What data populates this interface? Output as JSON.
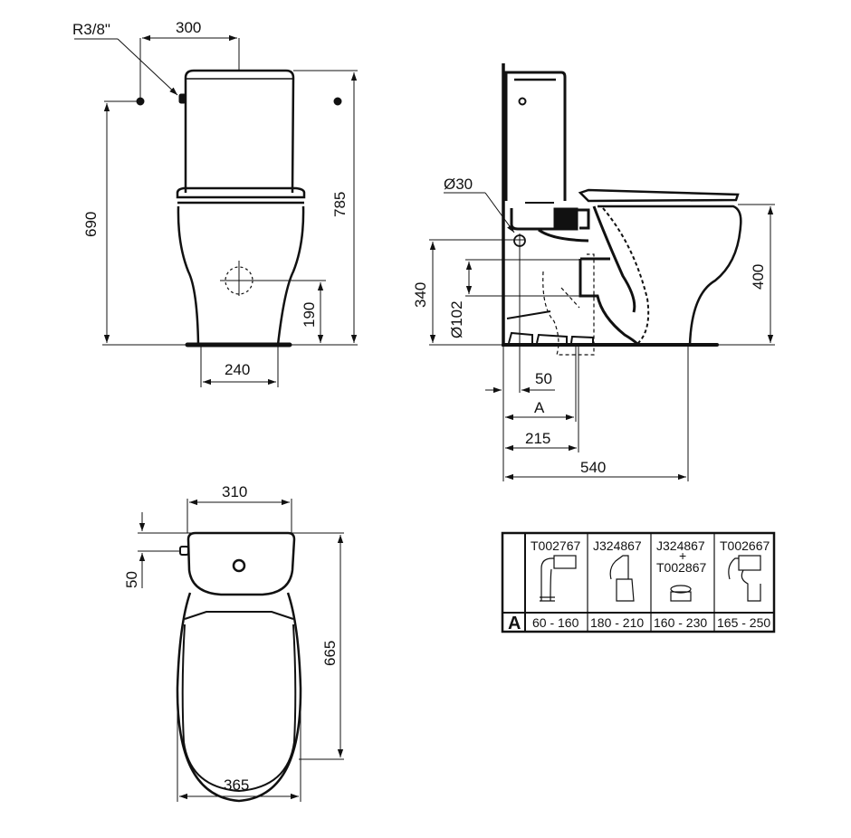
{
  "front_view": {
    "connection_label": "R3/8\"",
    "dim_width_top": "300",
    "dim_height_left": "690",
    "dim_height_right": "785",
    "dim_outlet_height": "190",
    "dim_base_width": "240"
  },
  "side_view": {
    "dim_inlet_diameter": "Ø30",
    "dim_inlet_height": "340",
    "dim_outlet_diameter": "Ø102",
    "dim_seat_height": "400",
    "dim_inlet_offset": "50",
    "dim_variable": "A",
    "dim_outlet_offset": "215",
    "dim_depth": "540"
  },
  "top_view": {
    "dim_tank_width": "310",
    "dim_inlet_offset": "50",
    "dim_length": "665",
    "dim_bowl_width": "365"
  },
  "fittings_table": {
    "row_label": "A",
    "columns": [
      {
        "code": "T002767",
        "code2": "",
        "plus": "",
        "range": "60 - 160"
      },
      {
        "code": "J324867",
        "code2": "",
        "plus": "",
        "range": "180 - 210"
      },
      {
        "code": "J324867",
        "code2": "T002867",
        "plus": "+",
        "range": "160 - 230"
      },
      {
        "code": "T002667",
        "code2": "",
        "plus": "",
        "range": "165 - 250"
      }
    ]
  }
}
